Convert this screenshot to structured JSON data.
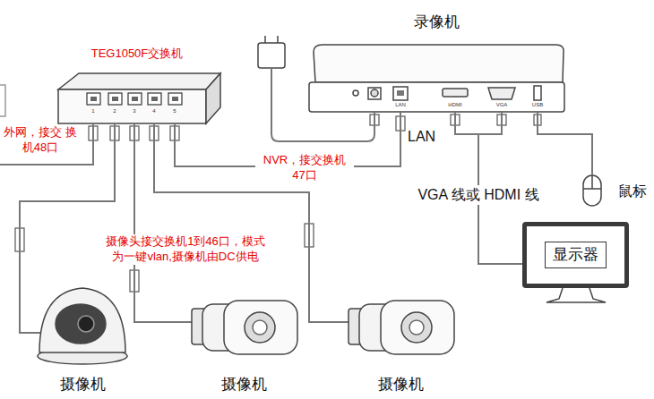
{
  "diagram": {
    "nodes": [
      {
        "text": [
          "TEG1050F交换机"
        ]
      },
      {
        "text": [
          "录像机"
        ]
      },
      {
        "text": [
          "显示器"
        ]
      },
      {
        "text": [
          "鼠标"
        ]
      },
      {
        "text": [
          "摄像机"
        ]
      },
      {
        "text": [
          "摄像机"
        ]
      },
      {
        "text": [
          "摄像机"
        ]
      }
    ],
    "edges": [
      {
        "from": 0,
        "to": 4,
        "arrow": "none"
      },
      {
        "from": 0,
        "to": 5,
        "arrow": "none"
      },
      {
        "from": 0,
        "to": 6,
        "arrow": "none"
      },
      {
        "from": 0,
        "to": 1,
        "label": "NVR，接交换机 47口",
        "arrow": "none"
      },
      {
        "from": 1,
        "to": 2,
        "label": "VGA 线或 HDMI 线",
        "arrow": "none"
      },
      {
        "from": 1,
        "to": 3,
        "arrow": "none"
      }
    ],
    "labels": [
      "外网，接交 换机48口",
      "LAN",
      "摄像头接交换机1到46口，模式 为一键vlan,摄像机由DC供电",
      "LAN",
      "HDMI",
      "VGA",
      "USB",
      "1",
      "2",
      "3",
      "4",
      "5"
    ]
  }
}
